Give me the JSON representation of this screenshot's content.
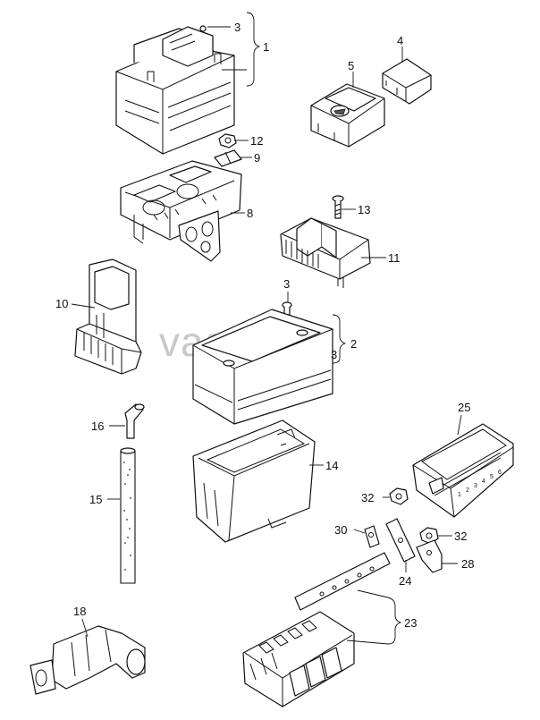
{
  "watermark": "vagtec.ru",
  "callouts": {
    "c1": "1",
    "c2": "2",
    "c3a": "3",
    "c3b": "3",
    "c3c": "3",
    "c4": "4",
    "c5": "5",
    "c8": "8",
    "c9": "9",
    "c10": "10",
    "c11": "11",
    "c12": "12",
    "c13": "13",
    "c14": "14",
    "c15": "15",
    "c16": "16",
    "c18": "18",
    "c23": "23",
    "c24": "24",
    "c25": "25",
    "c28": "28",
    "c30": "30",
    "c32a": "32",
    "c32b": "32"
  },
  "fuse_numbers": [
    "1",
    "2",
    "3",
    "4",
    "5",
    "6"
  ]
}
